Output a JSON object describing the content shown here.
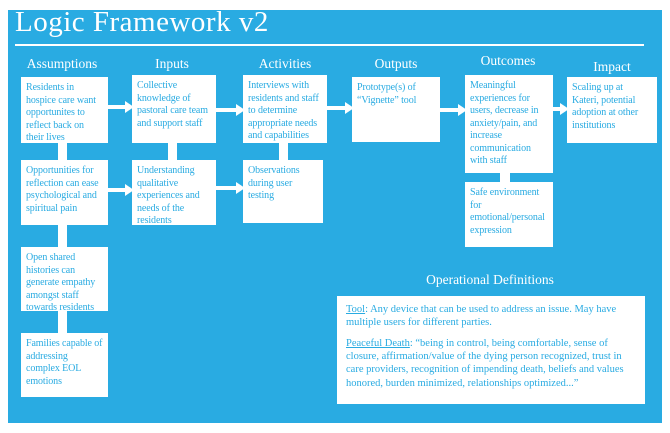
{
  "title": "Logic Framework v2",
  "colors": {
    "background": "#29ABE2",
    "box_background": "#FFFFFF",
    "box_text": "#29ABE2",
    "heading_text": "#FFFFFF"
  },
  "columns": [
    {
      "label": "Assumptions",
      "boxes": [
        "Residents in hospice care want opportunites to reflect back on their lives",
        "Opportunities for reflection can ease psychological and spiritual pain",
        "Open shared histories can generate empathy amongst staff towards residents",
        "Families capable of addressing complex EOL emotions"
      ]
    },
    {
      "label": "Inputs",
      "boxes": [
        "Collective knowledge of pastoral care team and support staff",
        "Understanding qualitative experiences and needs of the residents"
      ]
    },
    {
      "label": "Activities",
      "boxes": [
        "Interviews with residents and staff to determine appropriate needs and capabilities",
        "Observations during user testing"
      ]
    },
    {
      "label": "Outputs",
      "boxes": [
        "Prototype(s) of “Vignette” tool"
      ]
    },
    {
      "label": "Outcomes",
      "boxes": [
        "Meaningful experiences for users, decrease in anxiety/pain, and increase communication with staff",
        "Safe environment for emotional/personal expression"
      ]
    },
    {
      "label": "Impact",
      "boxes": [
        "Scaling up at Kateri, potential adoption at other institutions"
      ]
    }
  ],
  "operational_definitions": {
    "title": "Operational Definitions",
    "definitions": [
      {
        "term": "Tool",
        "text": ": Any device that can be used to address an issue. May have multiple users for different parties."
      },
      {
        "term": "Peaceful Death",
        "text": ": “being in control, being comfortable, sense of closure, affirmation/value of the dying person recognized, trust in care providers, recognition of impending death, beliefs and values honored, burden minimized, relationships optimized...”"
      }
    ]
  }
}
